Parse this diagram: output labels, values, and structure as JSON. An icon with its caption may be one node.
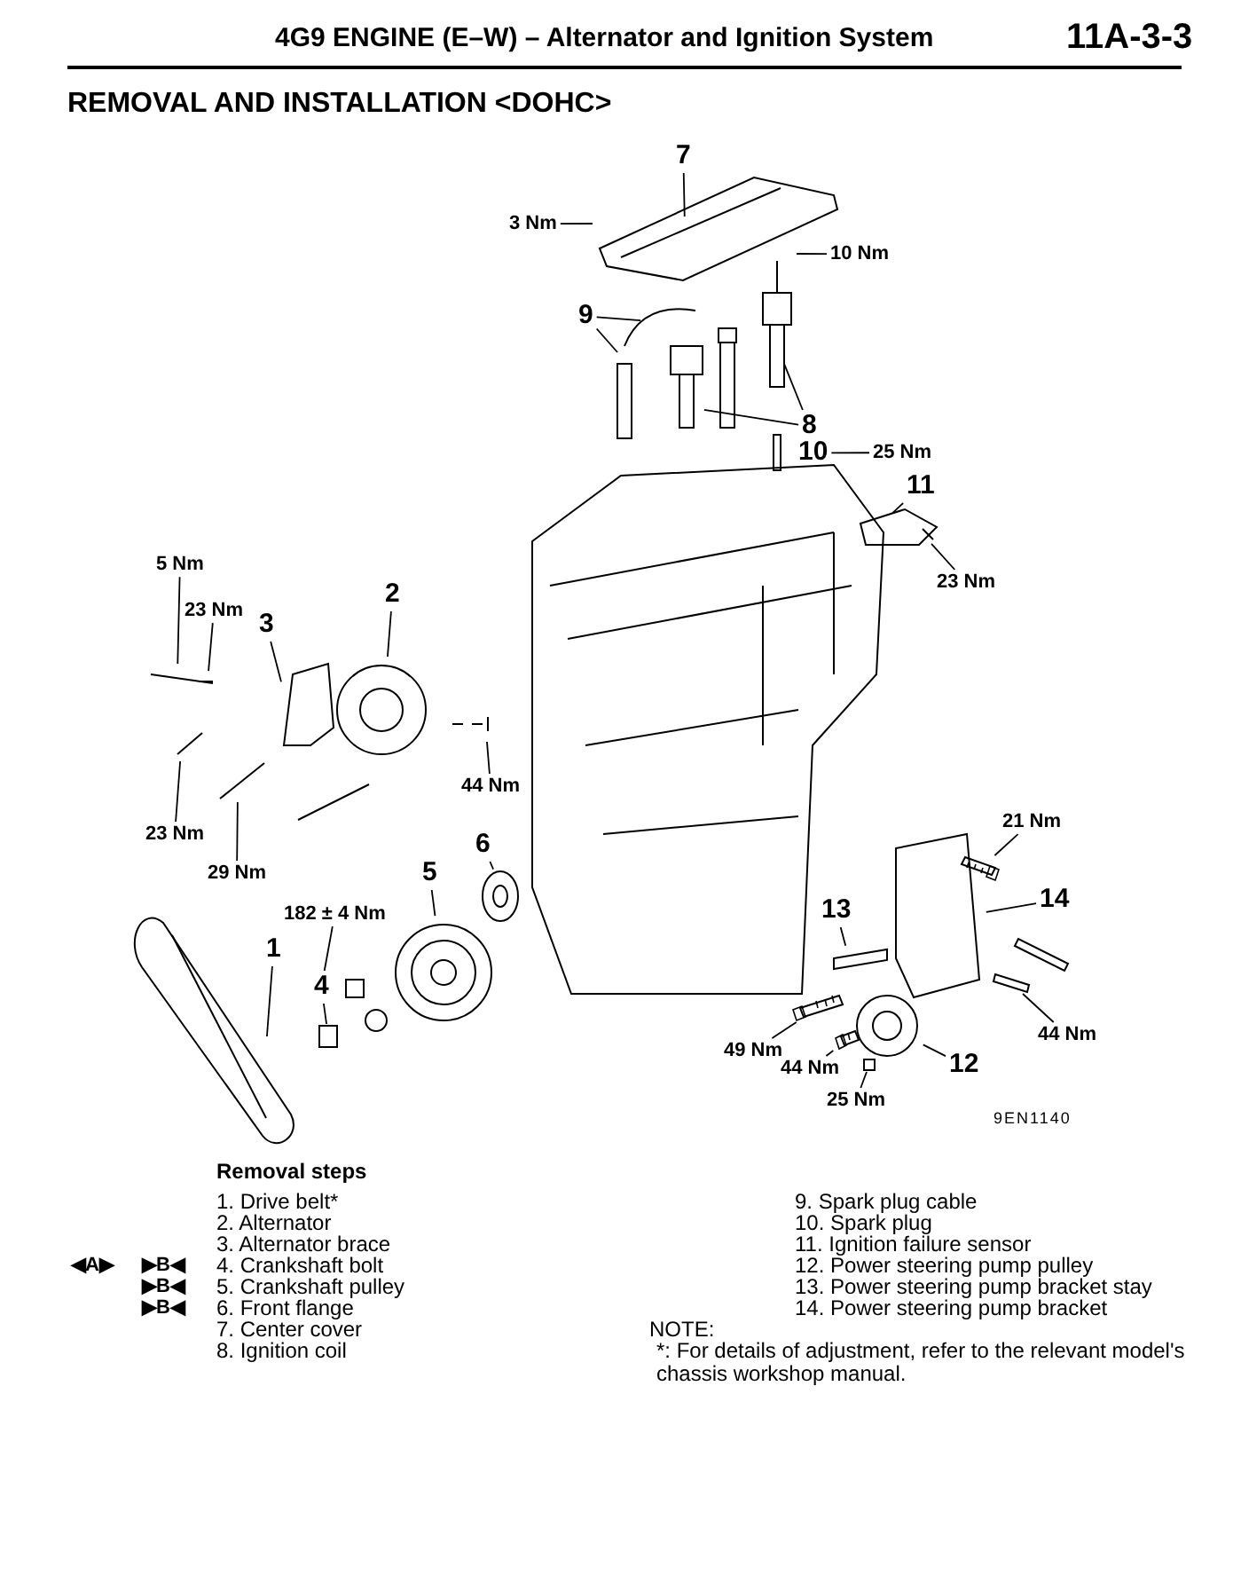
{
  "diagram": {
    "title": "REMOVAL AND INSTALLATION <DOHC>",
    "nodes": [
      {
        "text": [
          "7"
        ]
      },
      {
        "text": [
          "3 Nm"
        ]
      },
      {
        "text": [
          "10 Nm"
        ]
      },
      {
        "text": [
          "9"
        ]
      },
      {
        "text": [
          "8"
        ]
      },
      {
        "text": [
          "10"
        ]
      },
      {
        "text": [
          "25 Nm"
        ]
      },
      {
        "text": [
          "11"
        ]
      },
      {
        "text": [
          "23 Nm"
        ]
      },
      {
        "text": [
          "5 Nm"
        ]
      },
      {
        "text": [
          "23 Nm"
        ]
      },
      {
        "text": [
          "3"
        ]
      },
      {
        "text": [
          "2"
        ]
      },
      {
        "text": [
          "44 Nm"
        ]
      },
      {
        "text": [
          "23 Nm"
        ]
      },
      {
        "text": [
          "29 Nm"
        ]
      },
      {
        "text": [
          "21 Nm"
        ]
      },
      {
        "text": [
          "14"
        ]
      },
      {
        "text": [
          "5"
        ]
      },
      {
        "text": [
          "6"
        ]
      },
      {
        "text": [
          "182 ± 4 Nm"
        ]
      },
      {
        "text": [
          "4"
        ]
      },
      {
        "text": [
          "1"
        ]
      },
      {
        "text": [
          "13"
        ]
      },
      {
        "text": [
          "49 Nm"
        ]
      },
      {
        "text": [
          "44 Nm"
        ]
      },
      {
        "text": [
          "12"
        ]
      },
      {
        "text": [
          "44 Nm"
        ]
      },
      {
        "text": [
          "25 Nm"
        ]
      },
      {
        "text": [],
        "shape": "picture"
      },
      {
        "text": [],
        "shape": "box"
      },
      {
        "text": [],
        "shape": "picture"
      },
      {
        "text": [],
        "shape": "picture"
      },
      {
        "text": [],
        "shape": "box"
      },
      {
        "text": [],
        "shape": "box"
      }
    ],
    "edges": [
      {
        "from": 0,
        "to": null,
        "arrow": "none"
      },
      {
        "from": 1,
        "to": null,
        "arrow": "none"
      },
      {
        "from": 2,
        "to": null,
        "arrow": "none"
      },
      {
        "from": 3,
        "to": null,
        "arrow": "none"
      },
      {
        "from": 3,
        "to": null,
        "arrow": "none"
      },
      {
        "from": 4,
        "to": null,
        "arrow": "none"
      },
      {
        "from": 4,
        "to": null,
        "arrow": "none"
      },
      {
        "from": 6,
        "to": 5,
        "arrow": "none"
      },
      {
        "from": 7,
        "to": null,
        "arrow": "none"
      },
      {
        "from": 8,
        "to": null,
        "arrow": "none"
      },
      {
        "from": 9,
        "to": null,
        "arrow": "none"
      },
      {
        "from": 10,
        "to": null,
        "arrow": "none"
      },
      {
        "from": 11,
        "to": null,
        "arrow": "none"
      },
      {
        "from": 12,
        "to": null,
        "arrow": "none"
      },
      {
        "from": 13,
        "to": null,
        "arrow": "none"
      },
      {
        "from": 14,
        "to": null,
        "arrow": "none"
      },
      {
        "from": 15,
        "to": null,
        "arrow": "none"
      },
      {
        "from": 16,
        "to": 29,
        "arrow": "none"
      },
      {
        "from": 17,
        "to": null,
        "arrow": "none"
      },
      {
        "from": 18,
        "to": null,
        "arrow": "none"
      },
      {
        "from": 19,
        "to": null,
        "arrow": "none"
      },
      {
        "from": 20,
        "to": 21,
        "arrow": "none"
      },
      {
        "from": 21,
        "to": 30,
        "arrow": "none"
      },
      {
        "from": 22,
        "to": null,
        "arrow": "none"
      },
      {
        "from": 23,
        "to": null,
        "arrow": "none"
      },
      {
        "from": 24,
        "to": 31,
        "arrow": "none"
      },
      {
        "from": 25,
        "to": 32,
        "arrow": "none"
      },
      {
        "from": 26,
        "to": null,
        "arrow": "none"
      },
      {
        "from": 27,
        "to": 33,
        "arrow": "none"
      },
      {
        "from": 28,
        "to": 34,
        "arrow": "none"
      }
    ],
    "labels": [
      "4G9 ENGINE (E–W) – Alternator and Ignition System",
      "11A-3-3",
      "9EN1140",
      "Removal steps",
      "1. Drive belt*",
      "2. Alternator",
      "3. Alternator brace",
      "◀A▶",
      "▶B◀",
      "4. Crankshaft bolt",
      "▶B◀",
      "5. Crankshaft pulley",
      "▶B◀",
      "6. Front flange",
      "7. Center cover",
      "8. Ignition coil",
      "9. Spark plug cable",
      "10. Spark plug",
      "11. Ignition failure sensor",
      "12. Power steering pump pulley",
      "13. Power steering pump bracket stay",
      "14. Power steering pump bracket",
      "NOTE:",
      "*: For details of adjustment, refer to the relevant model's chassis workshop manual."
    ]
  }
}
